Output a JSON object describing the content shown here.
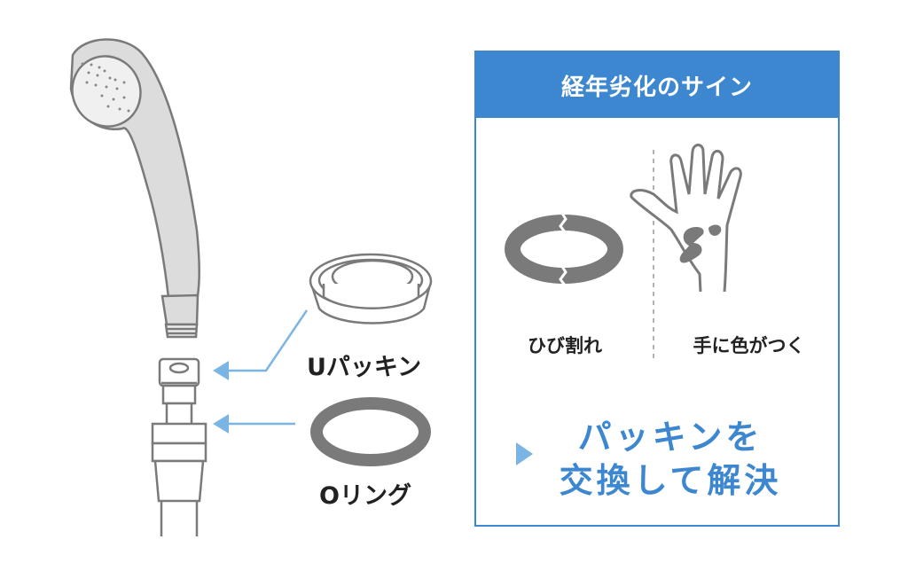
{
  "parts": {
    "u_packing_label": "Uパッキン",
    "o_ring_label": "Oリング"
  },
  "signs_panel": {
    "title": "経年劣化のサイン",
    "signs": [
      {
        "label": "ひび割れ",
        "icon": "cracked-ring-icon"
      },
      {
        "label": "手に色がつく",
        "icon": "stained-hand-icon"
      }
    ],
    "solution_line1": "パッキンを",
    "solution_line2": "交換して解決"
  },
  "colors": {
    "accent": "#3d87d0",
    "arrow": "#7bb5e3",
    "gray": "#7a7a7a"
  }
}
